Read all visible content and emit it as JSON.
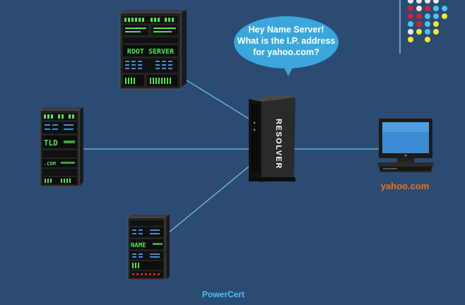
{
  "nodes": {
    "root_server": {
      "label": "ROOT SERVER"
    },
    "tld_server": {
      "label": "TLD",
      "sublabel": ".COM"
    },
    "name_server": {
      "label": "NAME"
    },
    "resolver": {
      "label": "RESOLVER"
    },
    "computer": {
      "label": "yahoo.com"
    }
  },
  "bubble": {
    "lines": [
      "Hey Name Server!",
      "What is the I.P. address",
      "for yahoo.com?"
    ]
  },
  "brand": {
    "text": "PowerCert"
  },
  "colors": {
    "background": "#2b4b73",
    "link_line": "#6fc3e8",
    "bubble_fill": "#3aa7dc",
    "server_text": "#48e84a",
    "computer_label": "#e8731e",
    "brand": "#49c3ef",
    "dots": [
      "#e8e8e8",
      "#d7202f",
      "#49c3ef",
      "#f3e82a"
    ]
  },
  "connections": [
    {
      "from": "root_server",
      "to": "resolver"
    },
    {
      "from": "tld_server",
      "to": "resolver"
    },
    {
      "from": "name_server",
      "to": "resolver"
    },
    {
      "from": "resolver",
      "to": "computer"
    }
  ]
}
